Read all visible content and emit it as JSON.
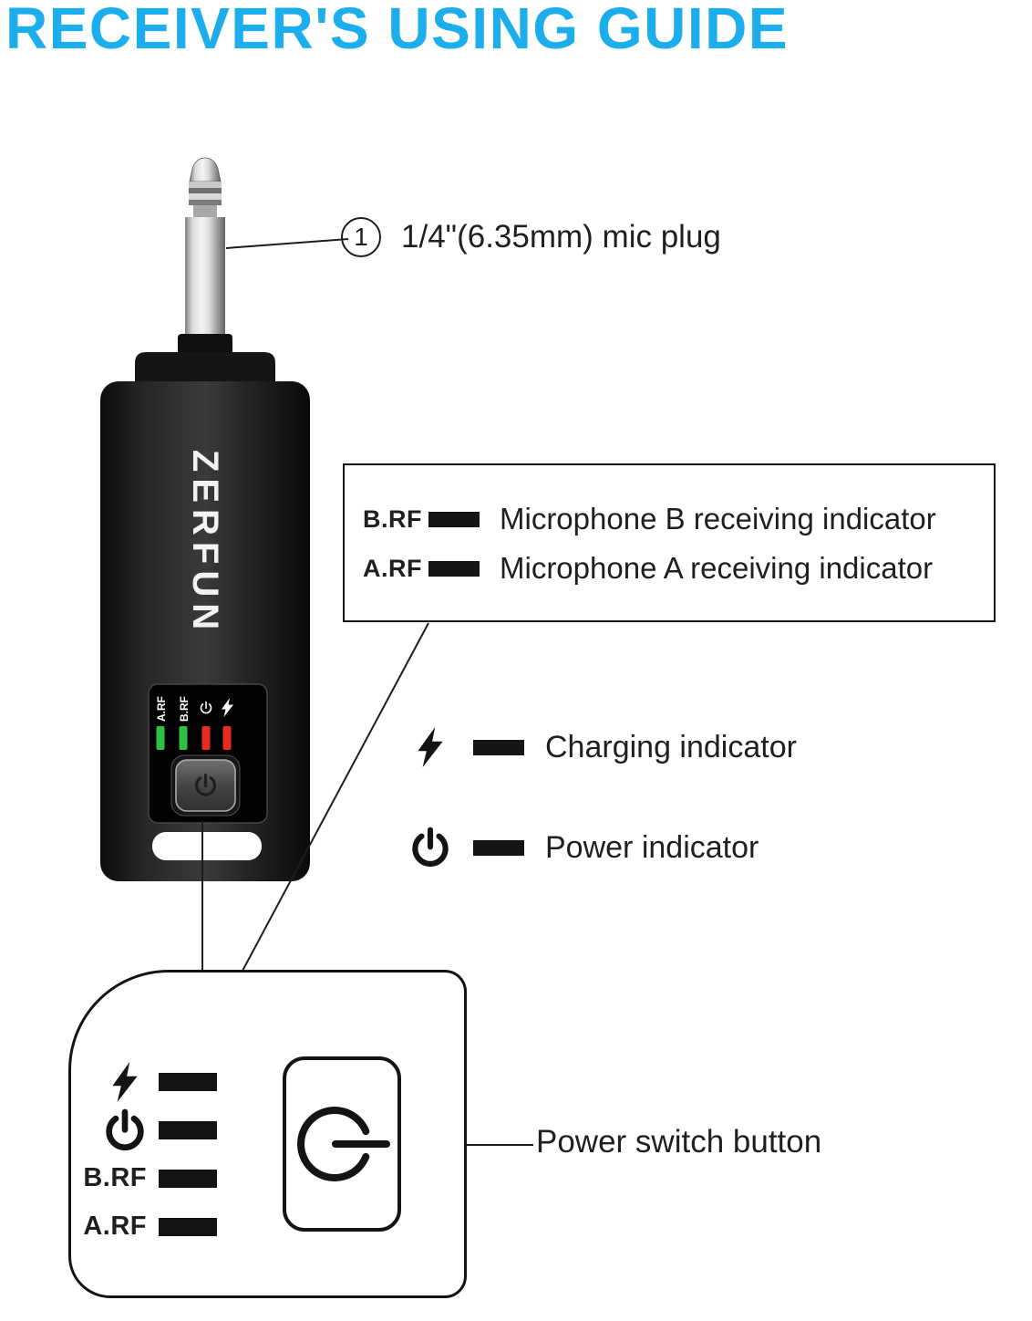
{
  "title": "RECEIVER'S USING GUIDE",
  "device": {
    "brand": "ZERFUN",
    "panel": {
      "labels": [
        "A.RF",
        "B.RF"
      ],
      "icons": [
        "power-icon",
        "charging-icon"
      ],
      "led_colors": [
        "#2fc041",
        "#2fc041",
        "#ea2b20",
        "#ea2b20"
      ]
    }
  },
  "callouts": {
    "mic_plug": {
      "number": "1",
      "text": "1/4\"(6.35mm) mic plug"
    },
    "rf_box": {
      "rows": [
        {
          "label": "B.RF",
          "text": "Microphone B receiving indicator"
        },
        {
          "label": "A.RF",
          "text": "Microphone A receiving indicator"
        }
      ]
    },
    "charging": {
      "text": "Charging indicator"
    },
    "power": {
      "text": "Power indicator"
    },
    "power_switch": {
      "text": "Power switch button"
    }
  },
  "zoom_panel": {
    "rows": [
      {
        "icon": "charging-icon",
        "label": ""
      },
      {
        "icon": "power-icon",
        "label": ""
      },
      {
        "icon": "",
        "label": "B.RF"
      },
      {
        "icon": "",
        "label": "A.RF"
      }
    ]
  },
  "colors": {
    "accent_title": "#1badec",
    "led_green": "#2fc041",
    "led_red": "#ea2b20",
    "ink": "#161616"
  }
}
